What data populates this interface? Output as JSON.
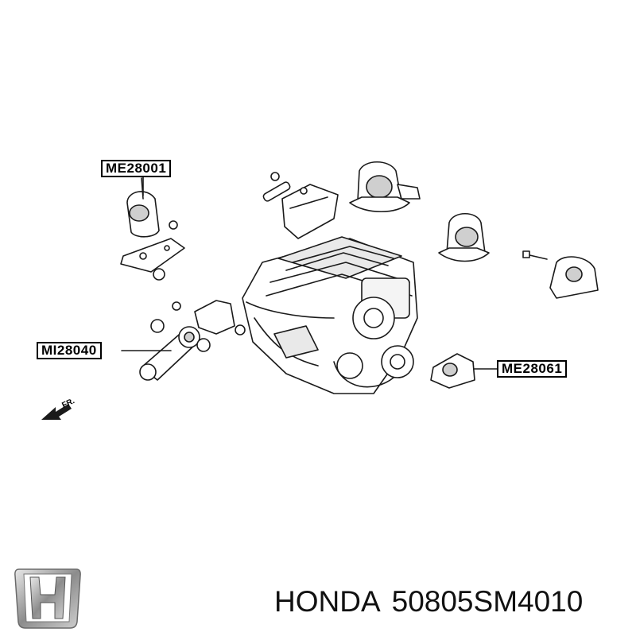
{
  "labels": {
    "top_mount": "ME28001",
    "torque_rod": "MI28040",
    "right_mount": "ME28061"
  },
  "direction": {
    "text": "FR."
  },
  "caption": {
    "brand": "HONDA",
    "part_number": "50805SM4010"
  },
  "icons": {
    "logo": "honda-h-logo-icon",
    "arrow": "front-direction-arrow-icon"
  },
  "colors": {
    "line": "#1a1a1a",
    "fill": "#ffffff",
    "shade": "#cfcfcf",
    "chrome": "#9a9a9a"
  }
}
